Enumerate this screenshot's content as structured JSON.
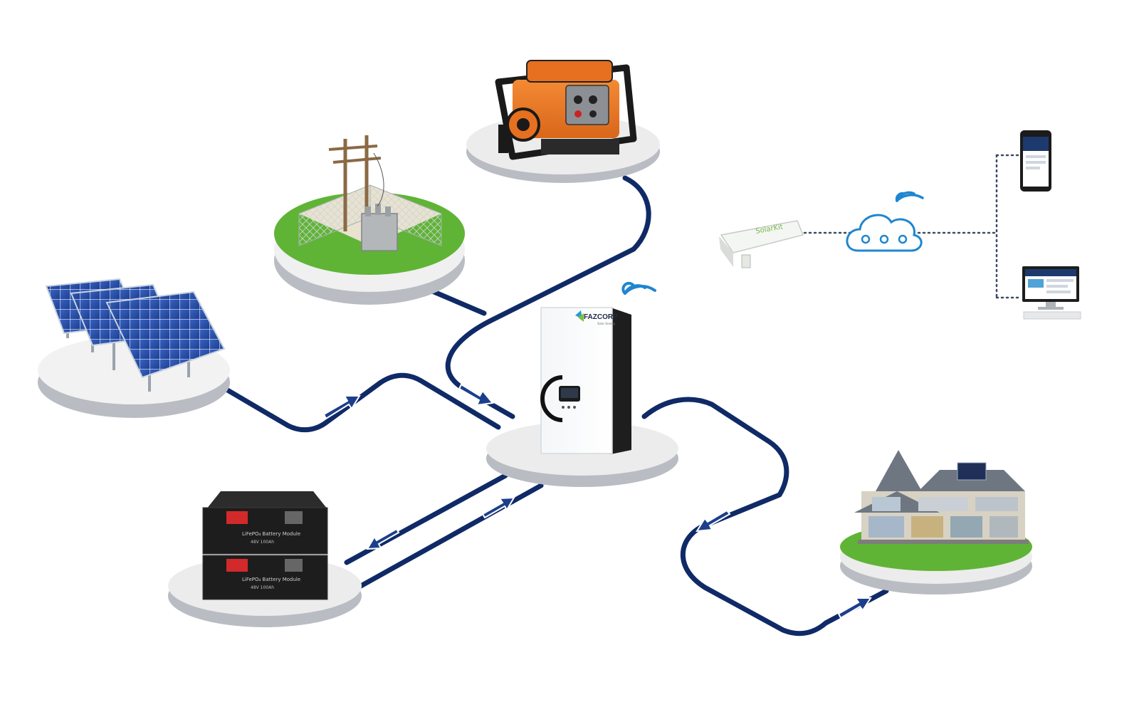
{
  "colors": {
    "cable": "#0f2a66",
    "arrow": "#1c3f8c",
    "wifi": "#1f86d0",
    "platform_top": "#ececec",
    "platform_side": "#b9bcc2",
    "grass": "#5fb436",
    "generator": "#ee7a22",
    "solar": "#2a4fa8",
    "battery": "#1d1d1d",
    "battery_terminal": "#d22a2a"
  },
  "nodes": {
    "inverter": {
      "brand": "FAZCORP",
      "tagline": "Solar Energy"
    },
    "battery": {
      "module_label": "LiFePO₄ Battery Module",
      "spec": "48V 100Ah"
    },
    "wifi_dongle": {
      "label": "SolarKit"
    }
  },
  "icons": [
    "wifi-icon",
    "cloud-icon",
    "smartphone-icon",
    "desktop-computer-icon"
  ]
}
